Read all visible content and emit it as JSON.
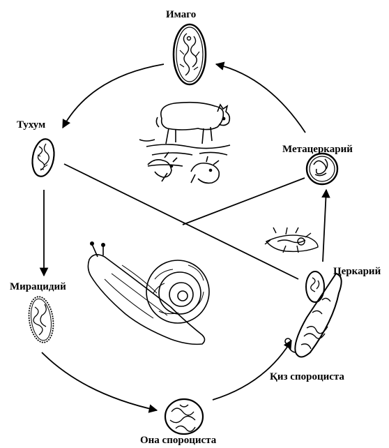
{
  "diagram": {
    "type": "life-cycle",
    "stages": [
      {
        "id": "imago",
        "label": "Имаго"
      },
      {
        "id": "egg",
        "label": "Тухум"
      },
      {
        "id": "metacercaria",
        "label": "Метацеркарий"
      },
      {
        "id": "miracidium",
        "label": "Мирацидий"
      },
      {
        "id": "cercaria",
        "label": "Церкарий"
      },
      {
        "id": "daughter-sporocyst",
        "label": "Қиз спороциста"
      },
      {
        "id": "mother-sporocyst",
        "label": "Она спороциста"
      }
    ],
    "hosts": [
      "sheep",
      "cattle",
      "snail",
      "water-plant"
    ],
    "colors": {
      "line": "#000000",
      "background": "#ffffff"
    }
  }
}
